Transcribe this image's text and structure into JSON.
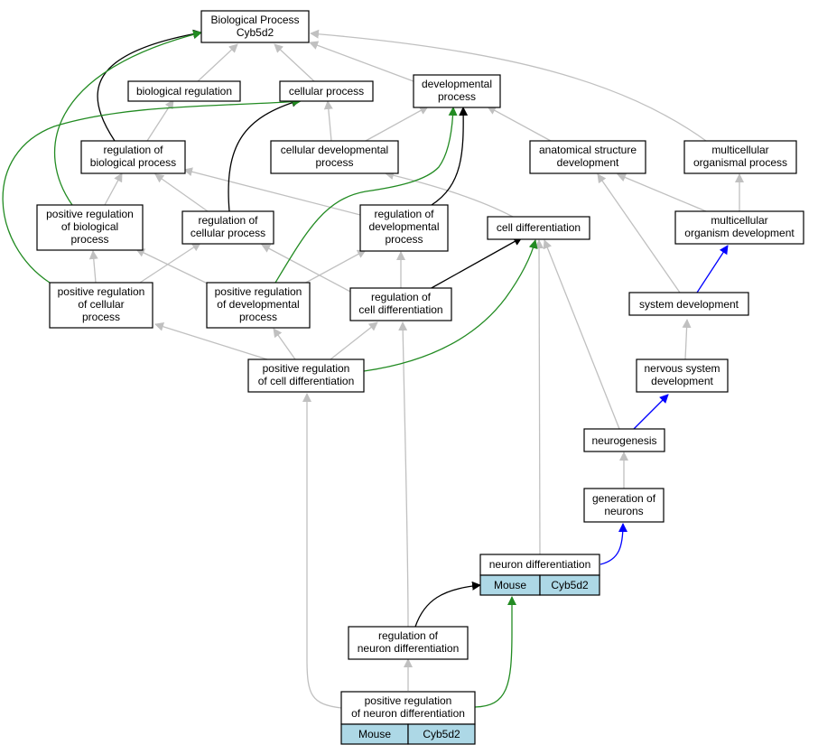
{
  "colors": {
    "is_a": "#c0c0c0",
    "regulates": "#000000",
    "positively_regulates": "#228b22",
    "part_of": "#0000ff",
    "annotation_tag": "#add8e6"
  },
  "nodes": {
    "root": {
      "lines": [
        "Biological Process",
        "Cyb5d2"
      ]
    },
    "biological_regulation": {
      "lines": [
        "biological regulation"
      ]
    },
    "cellular_process": {
      "lines": [
        "cellular process"
      ]
    },
    "developmental_process": {
      "lines": [
        "developmental",
        "process"
      ]
    },
    "regulation_of_biological_process": {
      "lines": [
        "regulation of",
        "biological process"
      ]
    },
    "cellular_developmental_process": {
      "lines": [
        "cellular developmental",
        "process"
      ]
    },
    "anatomical_structure_development": {
      "lines": [
        "anatomical structure",
        "development"
      ]
    },
    "multicellular_organismal_process": {
      "lines": [
        "multicellular",
        "organismal process"
      ]
    },
    "positive_regulation_of_biological_process": {
      "lines": [
        "positive regulation",
        "of biological",
        "process"
      ]
    },
    "regulation_of_cellular_process": {
      "lines": [
        "regulation of",
        "cellular process"
      ]
    },
    "regulation_of_developmental_process": {
      "lines": [
        "regulation of",
        "developmental",
        "process"
      ]
    },
    "cell_differentiation": {
      "lines": [
        "cell differentiation"
      ]
    },
    "multicellular_organism_development": {
      "lines": [
        "multicellular",
        "organism development"
      ]
    },
    "positive_regulation_of_cellular_process": {
      "lines": [
        "positive regulation",
        "of cellular",
        "process"
      ]
    },
    "positive_regulation_of_developmental_process": {
      "lines": [
        "positive regulation",
        "of developmental",
        "process"
      ]
    },
    "regulation_of_cell_differentiation": {
      "lines": [
        "regulation of",
        "cell differentiation"
      ]
    },
    "system_development": {
      "lines": [
        "system development"
      ]
    },
    "positive_regulation_of_cell_differentiation": {
      "lines": [
        "positive regulation",
        "of cell differentiation"
      ]
    },
    "nervous_system_development": {
      "lines": [
        "nervous system",
        "development"
      ]
    },
    "neurogenesis": {
      "lines": [
        "neurogenesis"
      ]
    },
    "generation_of_neurons": {
      "lines": [
        "generation of",
        "neurons"
      ]
    },
    "neuron_differentiation": {
      "lines": [
        "neuron differentiation"
      ],
      "tags": [
        "Mouse",
        "Cyb5d2"
      ]
    },
    "regulation_of_neuron_differentiation": {
      "lines": [
        "regulation of",
        "neuron differentiation"
      ]
    },
    "positive_regulation_of_neuron_differentiation": {
      "lines": [
        "positive regulation",
        "of neuron differentiation"
      ],
      "tags": [
        "Mouse",
        "Cyb5d2"
      ]
    }
  }
}
